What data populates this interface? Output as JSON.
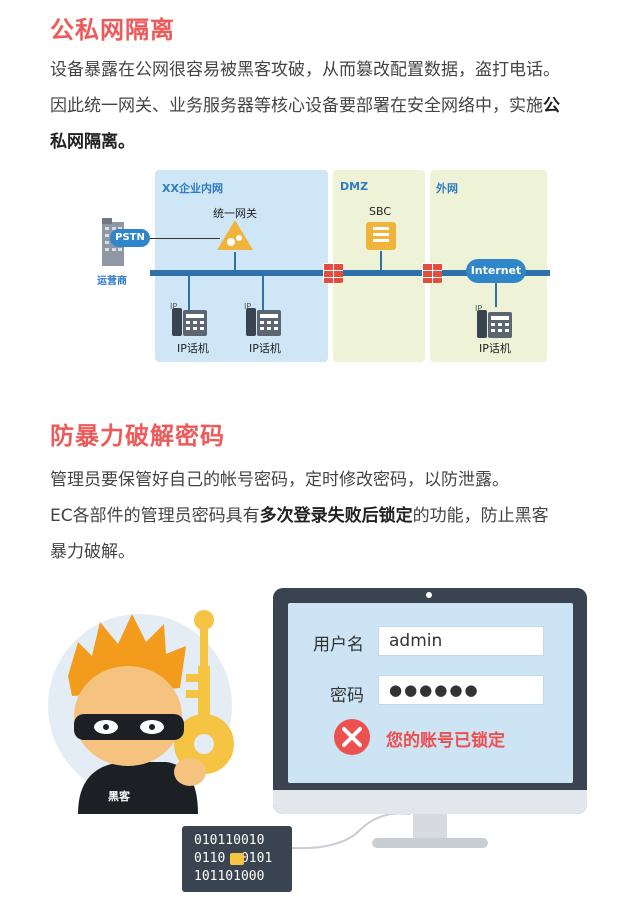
{
  "section1": {
    "title": "公私网隔离",
    "line1": "设备暴露在公网很容易被黑客攻破，从而篡改配置数据，盗打电话。",
    "line2": "因此统一网关、业务服务器等核心设备要部署在安全网络中，实施",
    "line2_bold": "公",
    "line3_bold": "私网隔离。"
  },
  "diagram": {
    "zone_intranet": "XX企业内网",
    "zone_dmz": "DMZ",
    "zone_external": "外网",
    "gateway": "统一网关",
    "sbc": "SBC",
    "pstn": "PSTN",
    "carrier": "运营商",
    "internet": "Internet",
    "ip_badge": "IP",
    "phone_labels": [
      "IP话机",
      "IP话机",
      "IP话机"
    ],
    "colors": {
      "intranet": "#cfe6f7",
      "dmz": "#eef3d8",
      "external": "#eef3d8",
      "bus": "#2f6faa",
      "firewall": "#e24d3d"
    }
  },
  "section2": {
    "title": "防暴力破解密码",
    "line1": "管理员要保管好自己的帐号密码，定时修改密码，以防泄露。",
    "line2_pre": "EC各部件的管理员密码具有",
    "line2_bold": "多次登录失败后锁定",
    "line2_post": "的功能，防止黑客",
    "line3": "暴力破解。"
  },
  "login": {
    "username_label": "用户名",
    "username_value": "admin",
    "password_label": "密码",
    "password_value": "●●●●●●",
    "error_message": "您的账号已锁定"
  },
  "hacker": {
    "label": "黑客",
    "binary": [
      "010110010",
      "0110  0101",
      "101101000"
    ]
  }
}
